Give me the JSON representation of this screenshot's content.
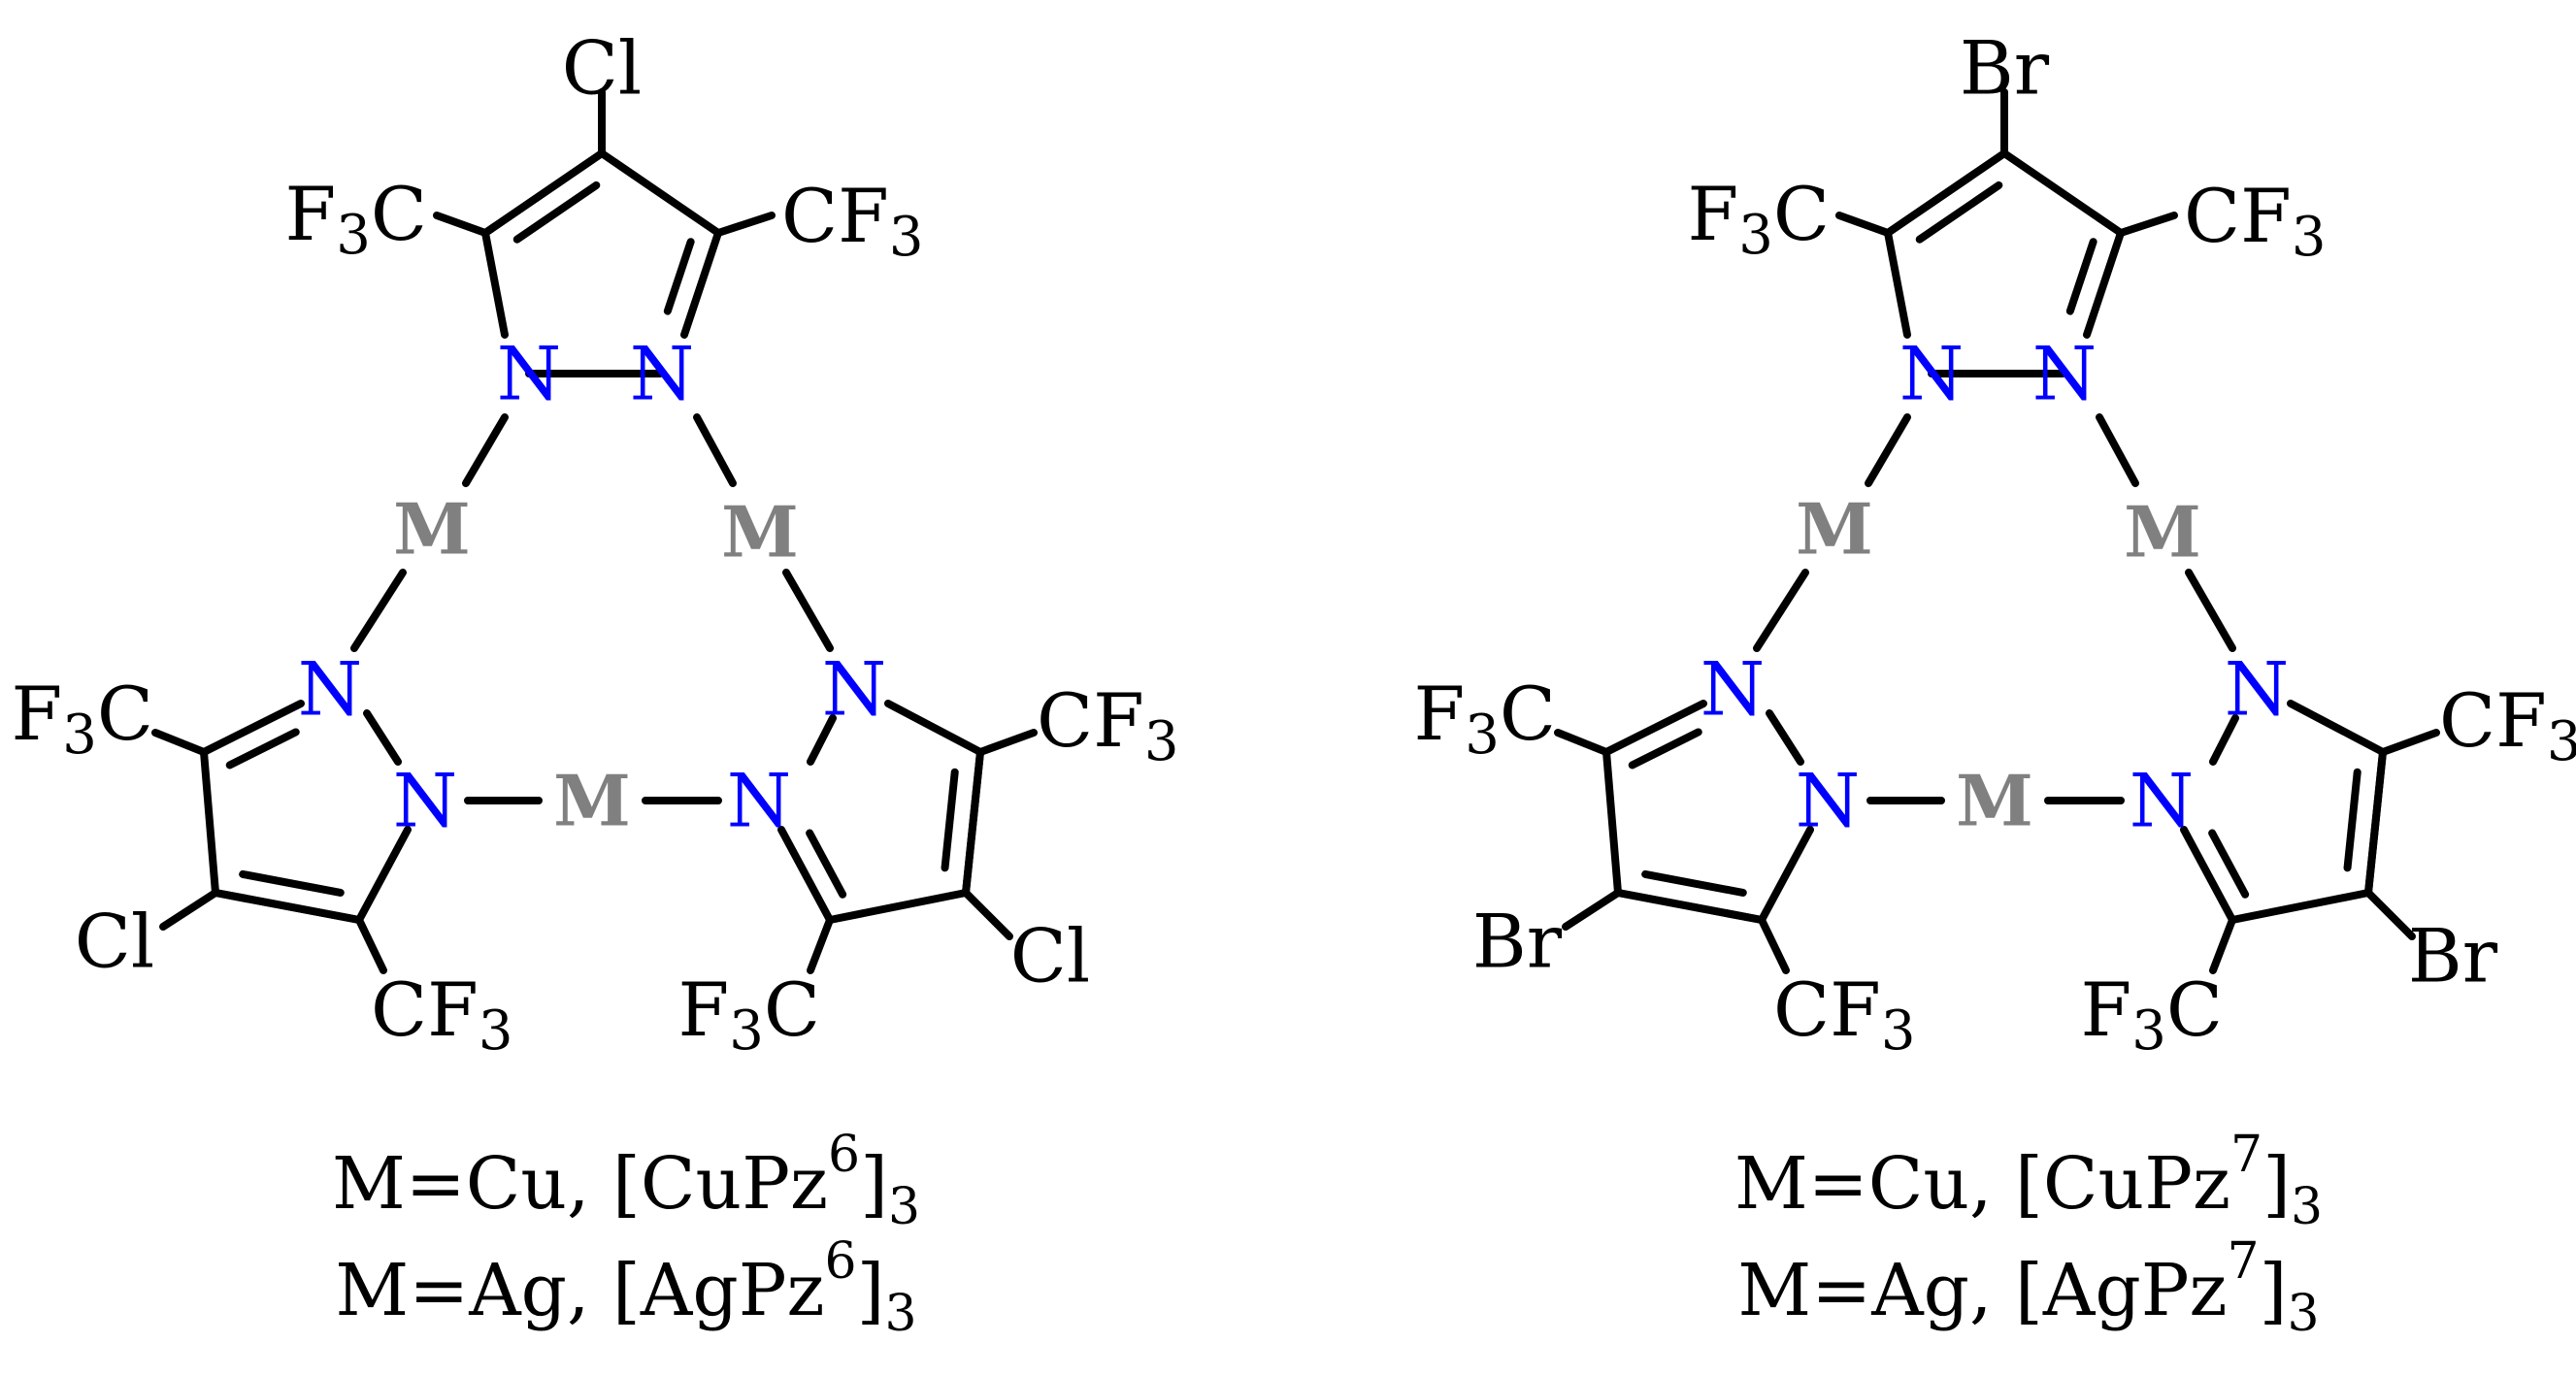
{
  "colors": {
    "bond": "#000000",
    "nitrogen": "#0000ff",
    "metal": "#808080",
    "text": "#000000"
  },
  "atom_labels": {
    "N": "N",
    "M": "M",
    "CF3": "CF",
    "F3C_F": "F",
    "F3C_C": "C",
    "sub3": "3"
  },
  "compounds": [
    {
      "halogen": "Cl",
      "caption_cu": {
        "prefix": "M=Cu, [CuPz",
        "sup": "6",
        "close": "]",
        "sub": "3"
      },
      "caption_ag": {
        "prefix": "M=Ag, [AgPz",
        "sup": "6",
        "close": "]",
        "sub": "3"
      }
    },
    {
      "halogen": "Br",
      "caption_cu": {
        "prefix": "M=Cu, [CuPz",
        "sup": "7",
        "close": "]",
        "sub": "3"
      },
      "caption_ag": {
        "prefix": "M=Ag, [AgPz",
        "sup": "7",
        "close": "]",
        "sub": "3"
      }
    }
  ]
}
